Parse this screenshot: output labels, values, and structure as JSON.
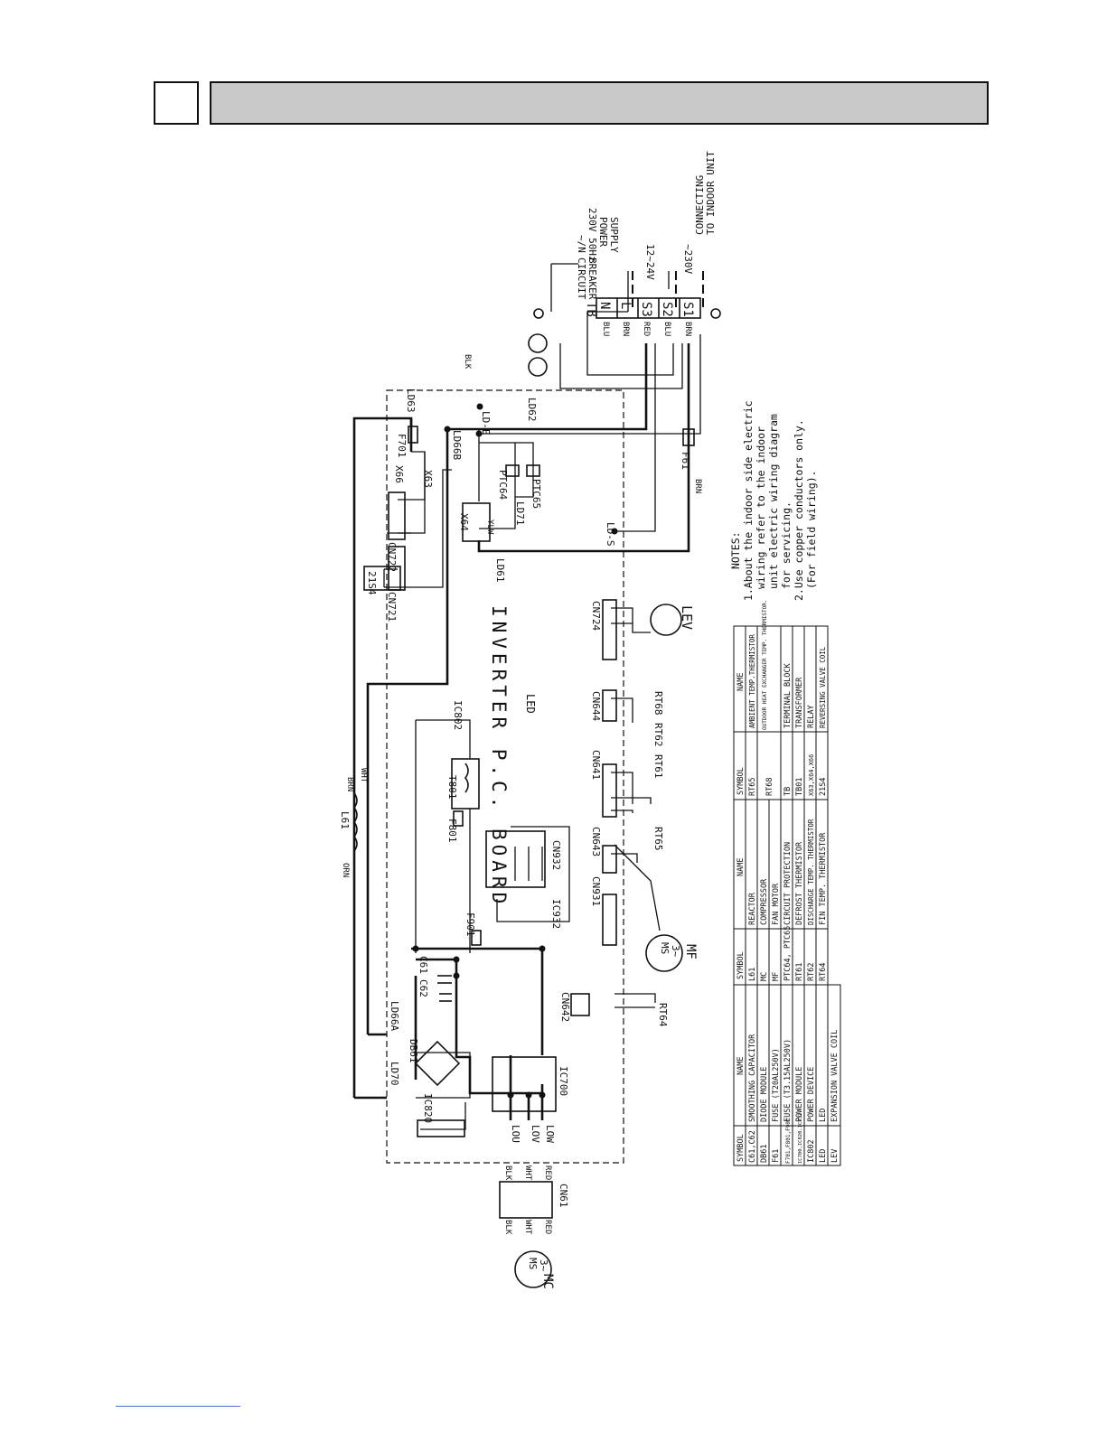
{
  "header": {
    "section_number": "",
    "title": ""
  },
  "power": {
    "supply": [
      "~/N",
      "230V 50Hz",
      "POWER",
      "SUPPLY"
    ],
    "breaker": [
      "CIRCUIT",
      "BREAKER"
    ],
    "indoor": [
      "TO INDOOR UNIT",
      "CONNECTING"
    ],
    "dc_label": "12~24V",
    "ac_label": "~230V"
  },
  "terminal": {
    "name": "TB",
    "terminals": [
      "N",
      "L",
      "S3",
      "S2",
      "S1"
    ]
  },
  "wire_colors": {
    "blu": "BLU",
    "brn": "BRN",
    "red": "RED",
    "blk": "BLK",
    "wht": "WHT",
    "ylw": "YLW",
    "orn": "ORN"
  },
  "board": {
    "title": "INVERTER P.C. BOARD",
    "led": "LED",
    "refs": {
      "ld63": "LD63",
      "ld62": "LD62",
      "ld66b": "LD66B",
      "ld61": "LD61",
      "lde": "LD-E",
      "lds": "LD-S",
      "ld71": "LD71",
      "ld70": "LD70",
      "ld66a": "LD66A",
      "f701": "F701",
      "f61": "F61",
      "f801": "F801",
      "f901": "F901",
      "x66": "X66",
      "x63": "X63",
      "x64": "X64",
      "cn722": "CN722",
      "cn721": "CN721",
      "s21s4": "21S4",
      "ptc64": "PTC64",
      "ptc65": "PTC65",
      "cn724": "CN724",
      "lev": "LEV",
      "cn644": "CN644",
      "rt68": "RT68",
      "cn641": "CN641",
      "rt61": "RT61",
      "rt62": "RT62",
      "cn643": "CN643",
      "rt65": "RT65",
      "cn931": "CN931",
      "cn932": "CN932",
      "ic932": "IC932",
      "ic802": "IC802",
      "t801": "T801",
      "l61": "L61",
      "mf": "MF",
      "ms": "MS",
      "ms3": "3~",
      "c61": "C61",
      "c62": "C62",
      "cn642": "CN642",
      "rt64": "RT64",
      "db61": "DB61",
      "ic820": "IC820",
      "ic700": "IC700",
      "cn61": "CN61",
      "mc": "MC",
      "lou": "LOU",
      "lov": "LOV",
      "low": "LOW"
    }
  },
  "notes": {
    "title": "NOTES:",
    "lines": [
      "1.About the indoor side electric",
      "wiring refer to the indoor",
      "unit electric wiring diagram",
      "for servicing.",
      "2.Use copper conductors only.",
      "(For field wiring)."
    ]
  },
  "legend_table": {
    "headers": [
      "SYMBOL",
      "NAME",
      "SYMBOL",
      "NAME",
      "SYMBOL",
      "NAME"
    ],
    "col1": [
      [
        "C61,C62",
        "SMOOTHING CAPACITOR"
      ],
      [
        "DB61",
        "DIODE MODULE"
      ],
      [
        "F61",
        "FUSE (T20AL250V)"
      ],
      [
        "F701,F801,F901",
        "FUSE (T3.15AL250V)"
      ],
      [
        "IC700,IC820,IC932",
        "POWER MODULE"
      ],
      [
        "IC802",
        "POWER DEVICE"
      ],
      [
        "LED",
        "LED"
      ],
      [
        "LEV",
        "EXPANSION VALVE COIL"
      ]
    ],
    "col2": [
      [
        "L61",
        "REACTOR"
      ],
      [
        "MC",
        "COMPRESSOR"
      ],
      [
        "MF",
        "FAN MOTOR"
      ],
      [
        "PTC64, PTC65",
        "CIRCUIT PROTECTION"
      ],
      [
        "RT61",
        "DEFROST THERMISTOR"
      ],
      [
        "RT62",
        "DISCHARGE TEMP. THERMISTOR"
      ],
      [
        "RT64",
        "FIN TEMP. THERMISTOR"
      ]
    ],
    "col3": [
      [
        "RT65",
        "AMBIENT TEMP.THERMISTOR"
      ],
      [
        "RT68",
        "OUTDOOR HEAT EXCHANGER TEMP. THERMISTOR."
      ],
      [
        "TB",
        "TERMINAL BLOCK"
      ],
      [
        "TB01",
        "TRANSFORMER"
      ],
      [
        "X63,X64,X66",
        "RELAY"
      ],
      [
        "21S4",
        "REVERSING VALVE COIL"
      ]
    ]
  }
}
